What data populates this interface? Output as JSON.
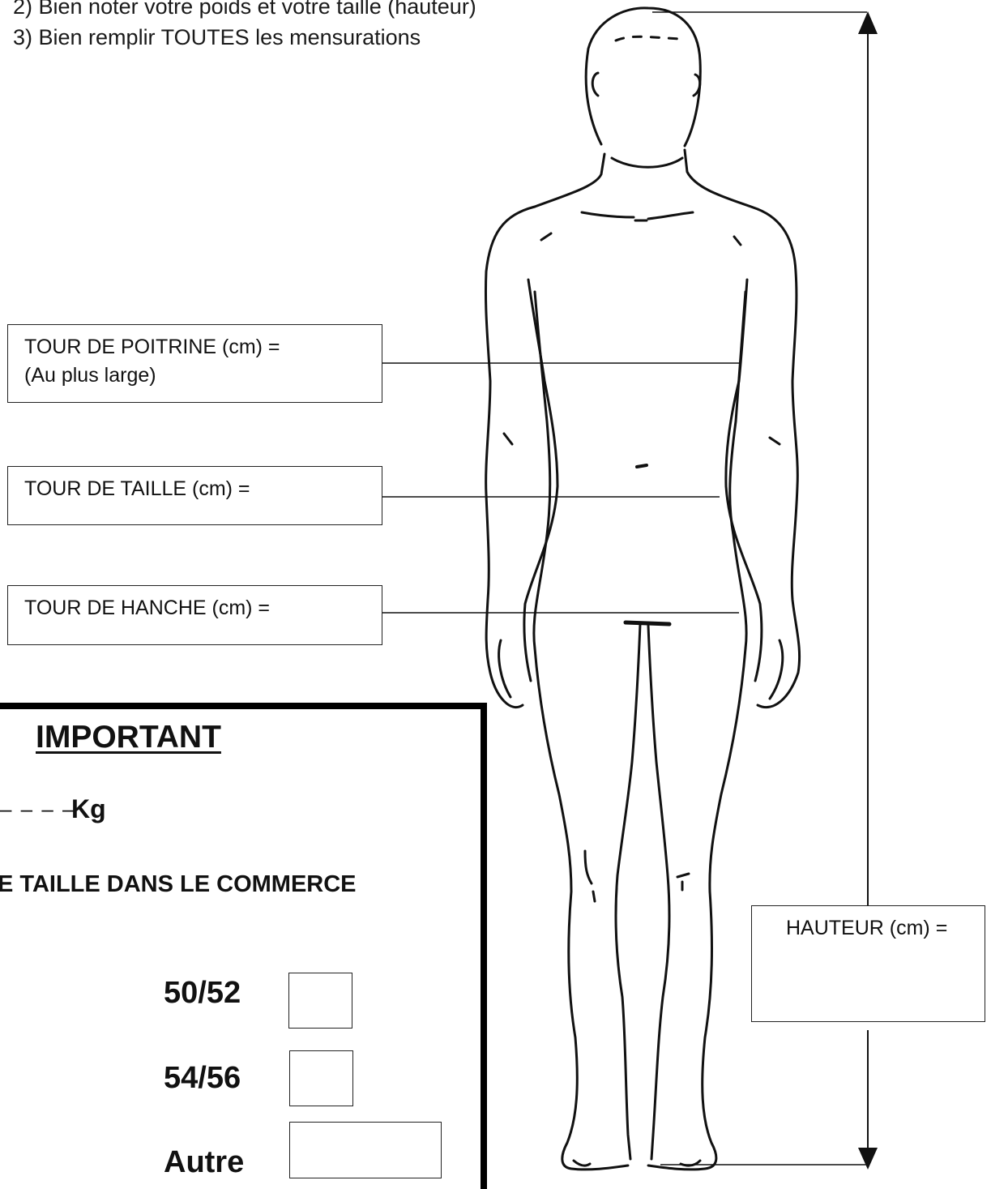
{
  "instructions": [
    "2) Bien noter votre poids et votre taille (hauteur)",
    "3) Bien remplir TOUTES les mensurations"
  ],
  "measurements": {
    "chest_label": "TOUR DE POITRINE (cm) =",
    "chest_note": "(Au plus large)",
    "waist_label": "TOUR DE TAILLE (cm) =",
    "hip_label": "TOUR DE HANCHE (cm) =",
    "height_label": "HAUTEUR (cm) ="
  },
  "important": {
    "title": "IMPORTANT",
    "weight_unit": "Kg",
    "weight_dashes": "– – – –",
    "store_size_text": "E TAILLE DANS LE COMMERCE",
    "sizes": [
      {
        "label": "50/52"
      },
      {
        "label": "54/56"
      },
      {
        "label": "Autre"
      }
    ]
  }
}
